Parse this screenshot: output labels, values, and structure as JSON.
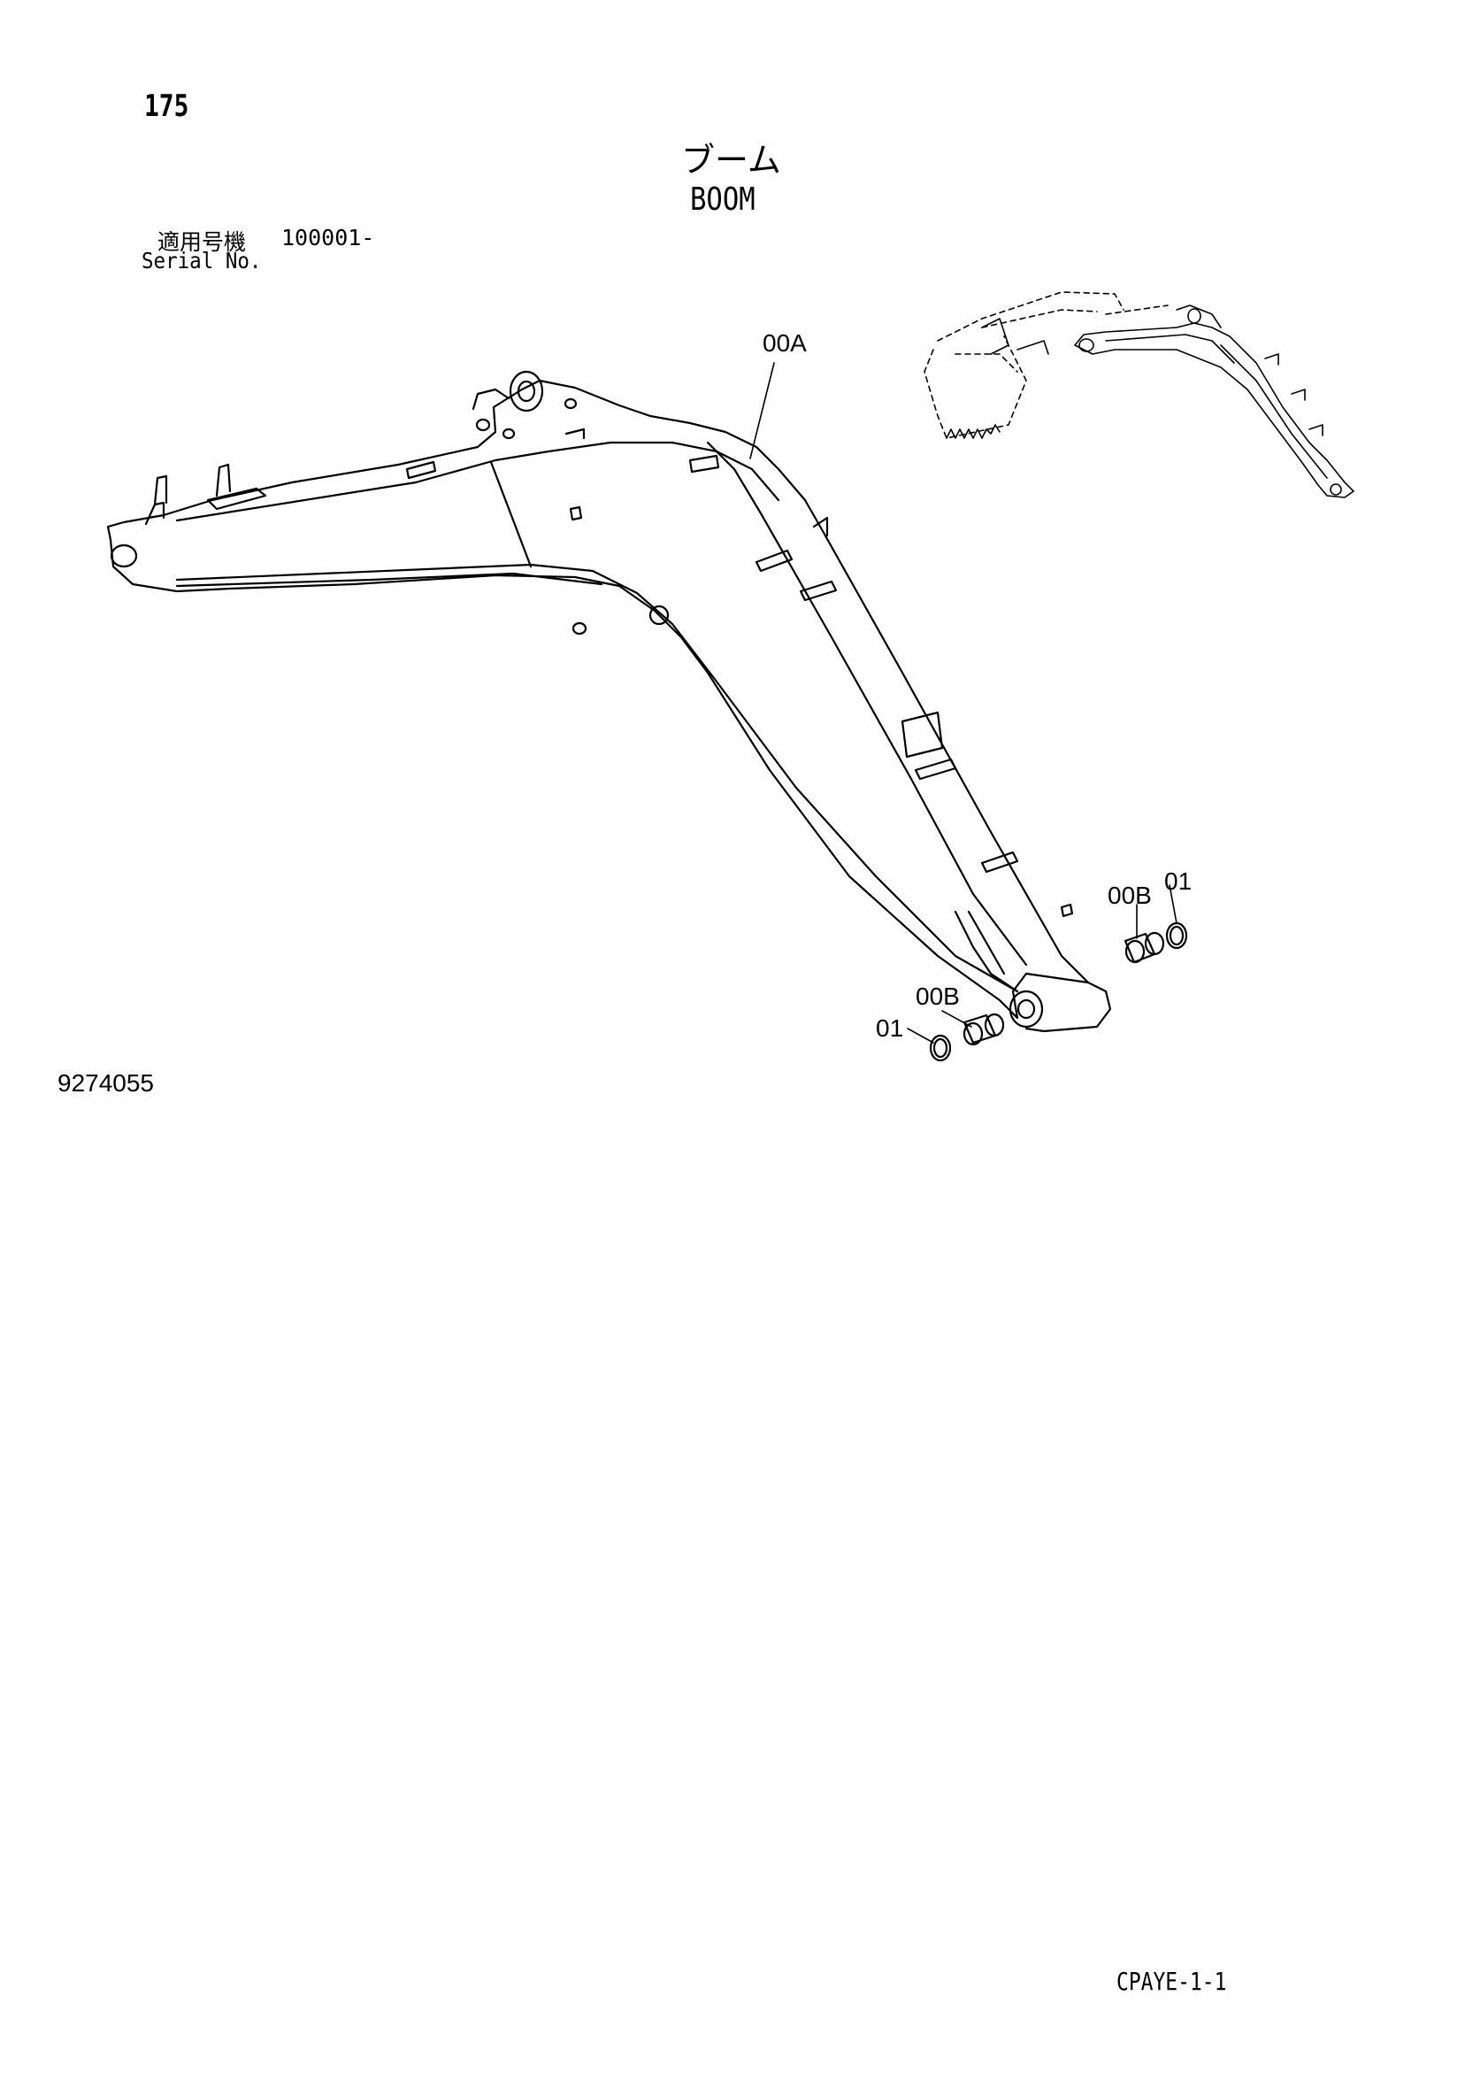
{
  "header": {
    "page_number": "175",
    "title_jp": "ブーム",
    "title_en": "BOOM",
    "serial_label_jp": "適用号機",
    "serial_value": "100001-",
    "serial_label_en": "Serial No."
  },
  "callouts": {
    "part_00a": "00A",
    "part_00b_right": "00B",
    "part_01_right": "01",
    "part_00b_left": "00B",
    "part_01_left": "01"
  },
  "footer": {
    "drawing_number": "9274055",
    "page_code": "CPAYE-1-1"
  }
}
